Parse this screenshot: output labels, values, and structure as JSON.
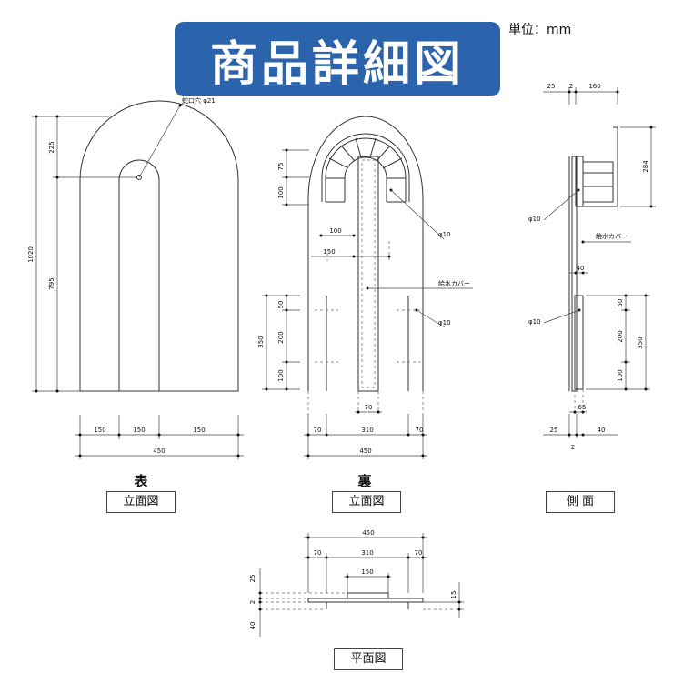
{
  "header": {
    "title": "商品詳細図",
    "unit": "単位：mm"
  },
  "front": {
    "title": "表",
    "caption": "立面図",
    "dims": {
      "top": "225",
      "overall": "1020",
      "lower": "795",
      "w1": "150",
      "w2": "150",
      "w3": "150",
      "width": "450"
    },
    "callout": "蛇口穴 φ21"
  },
  "back": {
    "title": "裏",
    "caption": "立面図",
    "dims": {
      "d75": "75",
      "d100top": "100",
      "d100": "100",
      "d150": "150",
      "d50": "50",
      "d200": "200",
      "d100bot": "100",
      "d350": "350",
      "d70center": "70",
      "b70l": "70",
      "b310": "310",
      "b70r": "70",
      "width": "450"
    },
    "callouts": {
      "pipe_top": "φ10",
      "cover": "給水カバー",
      "pipe_side": "φ10"
    }
  },
  "side": {
    "caption": "側 面",
    "dims": {
      "t25": "25",
      "t2": "2",
      "t160": "160",
      "d284": "284",
      "d40": "40",
      "d50": "50",
      "d200": "200",
      "d100": "100",
      "d350": "350",
      "d65": "65",
      "b25": "25",
      "b40": "40",
      "b2": "2"
    },
    "callouts": {
      "pipe_top": "φ10",
      "cover": "給水カバー",
      "pipe_bottom": "φ10"
    }
  },
  "plan": {
    "caption": "平面図",
    "dims": {
      "width": "450",
      "l70": "70",
      "c310": "310",
      "r70": "70",
      "c150": "150",
      "v25": "25",
      "v2": "2",
      "v40": "40",
      "r15": "15"
    }
  }
}
